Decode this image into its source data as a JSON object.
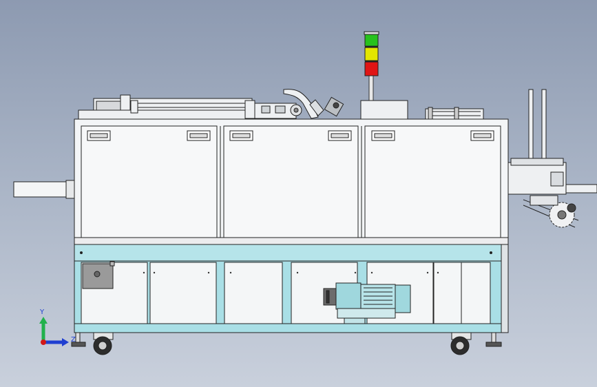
{
  "view": {
    "background_top": "#8d9ab1",
    "background_bottom": "#c9d0dc",
    "model": "cartoning-machine-front-view"
  },
  "frame_colors": {
    "panel": "#f2f4f6",
    "outline": "#1e1e1e",
    "lower_frame": "#a9dfe6",
    "motor": "#9fd7dd",
    "plate": "#9a9a9a"
  },
  "signal_tower": {
    "lights": [
      {
        "color": "green",
        "hex": "#27c21c"
      },
      {
        "color": "yellow",
        "hex": "#e3e600"
      },
      {
        "color": "red",
        "hex": "#e01515"
      }
    ]
  },
  "triad": {
    "y_label": "Y",
    "z_label": "Z",
    "y_color": "#22b14c",
    "z_color": "#1f3fd1",
    "origin_color": "#d11818"
  },
  "icons": [
    "signal-tower-icon",
    "motor-icon",
    "caster-wheel-icon",
    "coordinate-triad-icon"
  ]
}
